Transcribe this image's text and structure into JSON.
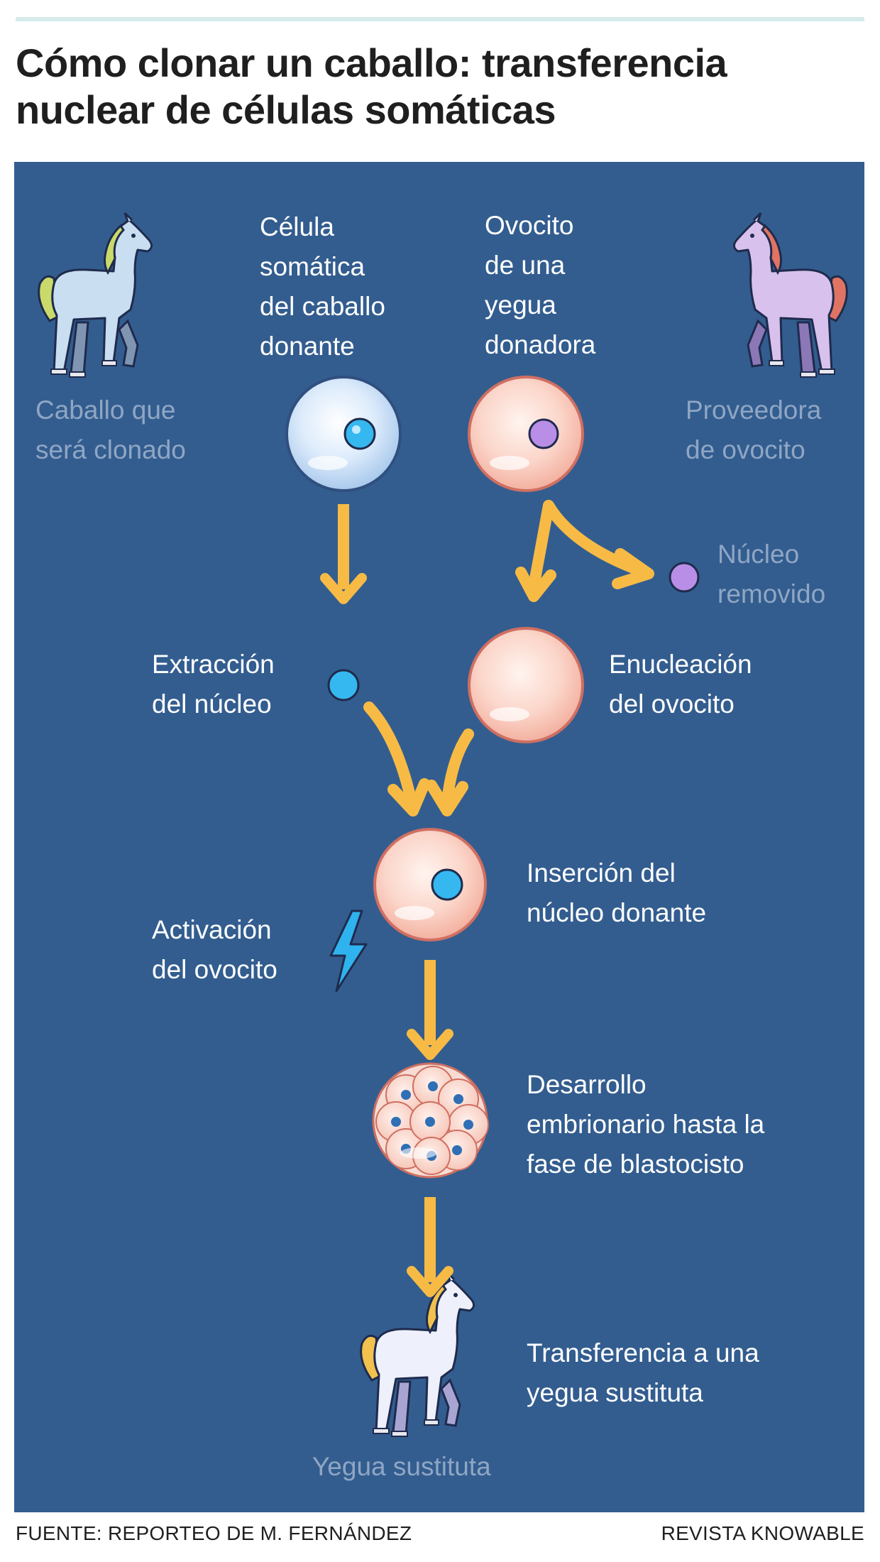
{
  "title": "Cómo clonar un caballo: transferencia nuclear de células somáticas",
  "labels": {
    "somatic_cell": "Célula\nsomática\ndel caballo\ndonante",
    "oocyte": "Ovocito\nde una\nyegua\ndonadora",
    "horse_to_clone": "Caballo que\nserá clonado",
    "oocyte_provider": "Proveedora\nde ovocito",
    "removed_nucleus": "Núcleo\nremovido",
    "nucleus_extraction": "Extracción\ndel núcleo",
    "enucleation": "Enucleación\ndel ovocito",
    "donor_nucleus_insertion": "Inserción del\nnúcleo donante",
    "oocyte_activation": "Activación\ndel ovocito",
    "embryo_development": "Desarrollo\nembrionario hasta la\nfase de blastocisto",
    "surrogate_transfer": "Transferencia a una\nyegua sustituta",
    "surrogate_mare": "Yegua sustituta"
  },
  "footer": {
    "source": "FUENTE: REPORTEO DE M. FERNÁNDEZ",
    "publisher": "REVISTA KNOWABLE"
  },
  "colors": {
    "background_panel": "#335d8f",
    "arrow": "#f7bb45",
    "somatic_cell": "#cfe3f8",
    "oocyte": "#fbd3c8",
    "donor_nucleus": "#35b8ef",
    "oocyte_nucleus": "#b98ee6",
    "lightning": "#2fb3ef",
    "horse_blue": "#c9def1",
    "horse_purple": "#d8c1ec",
    "horse_white": "#eef0fb"
  },
  "icons": [
    "horse-blue-icon",
    "horse-purple-icon",
    "horse-white-icon",
    "lightning-icon",
    "blastocyst-icon"
  ]
}
